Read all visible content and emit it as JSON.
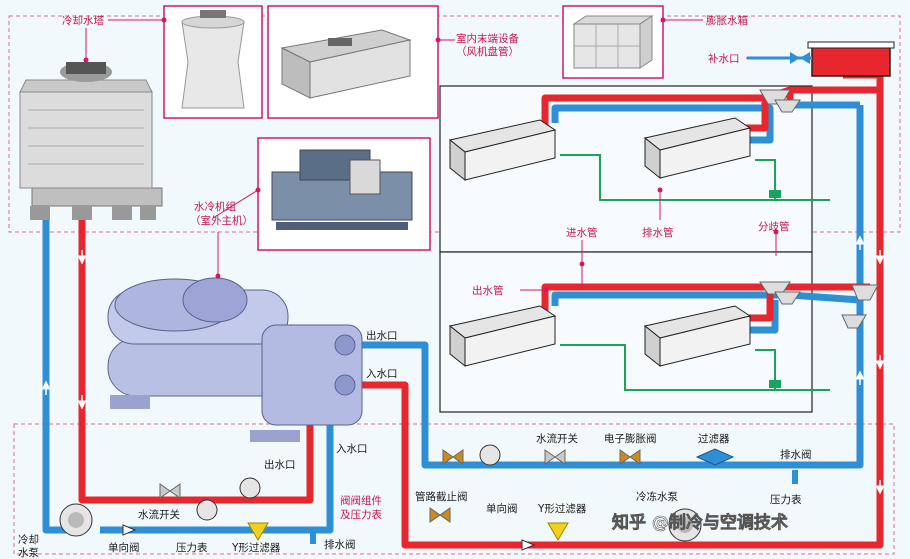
{
  "labels": {
    "cooling_tower": "冷却水塔",
    "indoor_unit": "室内末端设备",
    "indoor_unit_sub": "（风机盘管）",
    "expansion_tank": "膨胀水箱",
    "makeup_water": "补水口",
    "chiller": "水冷机组",
    "chiller_sub": "（室外主机）",
    "inlet_pipe": "进水管",
    "drain_pipe_top": "排水管",
    "branch_pipe": "分歧管",
    "outlet_pipe": "出水管",
    "outlet_upper": "出水口",
    "inlet_upper": "入水口",
    "outlet_lower": "出水口",
    "inlet_lower": "入水口",
    "flow_switch_right": "水流开关",
    "electronic_valve": "电子膨胀阀",
    "filter": "过滤器",
    "drain_valve_right": "排水阀",
    "valve_group": "阀阀组件",
    "valve_group_sub": "及压力表",
    "pipe_stop_valve": "管路截止阀",
    "check_valve_mid": "单向阀",
    "y_filter_mid": "Y形过滤器",
    "chilled_pump": "冷冻水泵",
    "pressure_gauge_right": "压力表",
    "flow_switch_left": "水流开关",
    "cooling_pump": "冷却",
    "cooling_pump_sub": "水泵",
    "check_valve_left": "单向阀",
    "pressure_gauge_left": "压力表",
    "y_filter_left": "Y形过滤器",
    "drain_valve_left": "排水阀",
    "watermark": "知乎 @制冷与空调技术"
  },
  "colors": {
    "supply_red": "#e8262e",
    "return_blue": "#2f8fd4",
    "drain_green": "#1aa35a",
    "callout_magenta": "#d0196b",
    "valve_orange": "#c98a1e"
  }
}
